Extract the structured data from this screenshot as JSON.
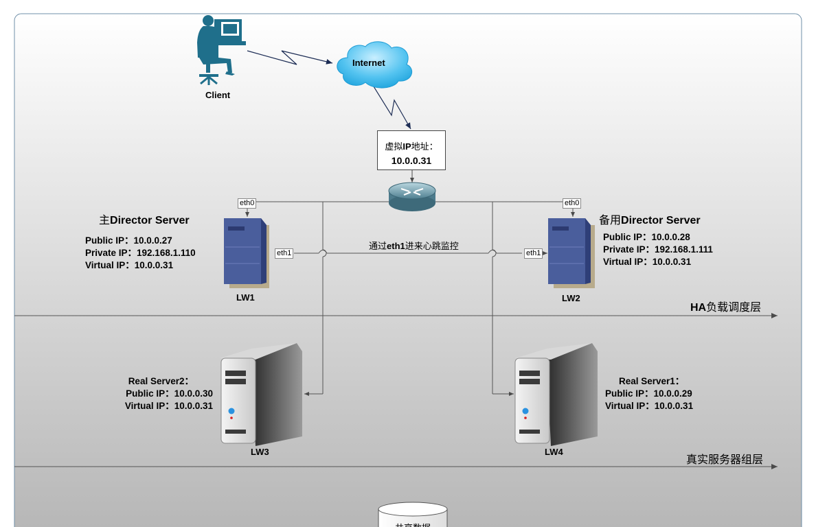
{
  "client": {
    "label": "Client"
  },
  "internet": {
    "label": "Internet"
  },
  "virtual_ip_box": {
    "line1_prefix": "虚拟",
    "line1_bold": "IP",
    "line1_suffix": "地址：",
    "ip": "10.0.0.31"
  },
  "ports": {
    "eth0": "eth0",
    "eth1": "eth1"
  },
  "heartbeat": {
    "prefix": "通过",
    "bold": "eth1",
    "suffix": "进来心跳监控"
  },
  "lw1": {
    "title_prefix": "主",
    "title_bold": "Director Server",
    "name": "LW1",
    "lines": [
      "Public IP：10.0.0.27",
      "Private IP：192.168.1.110",
      "Virtual IP：10.0.0.31"
    ]
  },
  "lw2": {
    "title_prefix": "备用",
    "title_bold": "Director Server",
    "name": "LW2",
    "lines": [
      "Public IP：10.0.0.28",
      "Private IP：192.168.1.111",
      "Virtual IP：10.0.0.31"
    ]
  },
  "lw3": {
    "name": "LW3",
    "lines": [
      "Real Server2：",
      "Public IP：10.0.0.30",
      "Virtual IP：10.0.0.31"
    ]
  },
  "lw4": {
    "name": "LW4",
    "lines": [
      "Real Server1：",
      "Public IP：10.0.0.29",
      "Virtual IP：10.0.0.31"
    ]
  },
  "layers": {
    "ha_bold": "HA",
    "ha_rest": "负载调度层",
    "real": "真实服务器组层"
  },
  "storage": {
    "label": "共享数据"
  },
  "colors": {
    "panel_top": "#ffffff",
    "panel_bottom": "#b8b8b8",
    "server_blue": "#4a5e9c",
    "cloud": "#3fb8ea",
    "client_teal": "#1f6f8b"
  }
}
